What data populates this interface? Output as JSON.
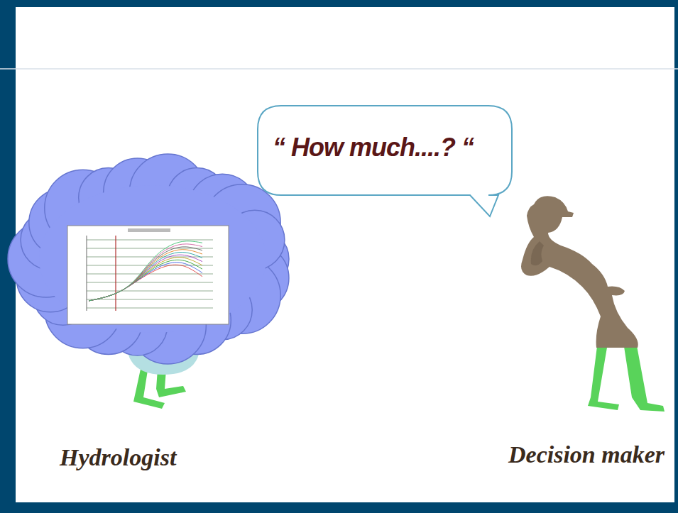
{
  "diagram": {
    "nodes": [
      {
        "text": [
          "“ How much....? “"
        ]
      }
    ],
    "labels": [
      "Hydrologist",
      "Decision maker"
    ]
  }
}
